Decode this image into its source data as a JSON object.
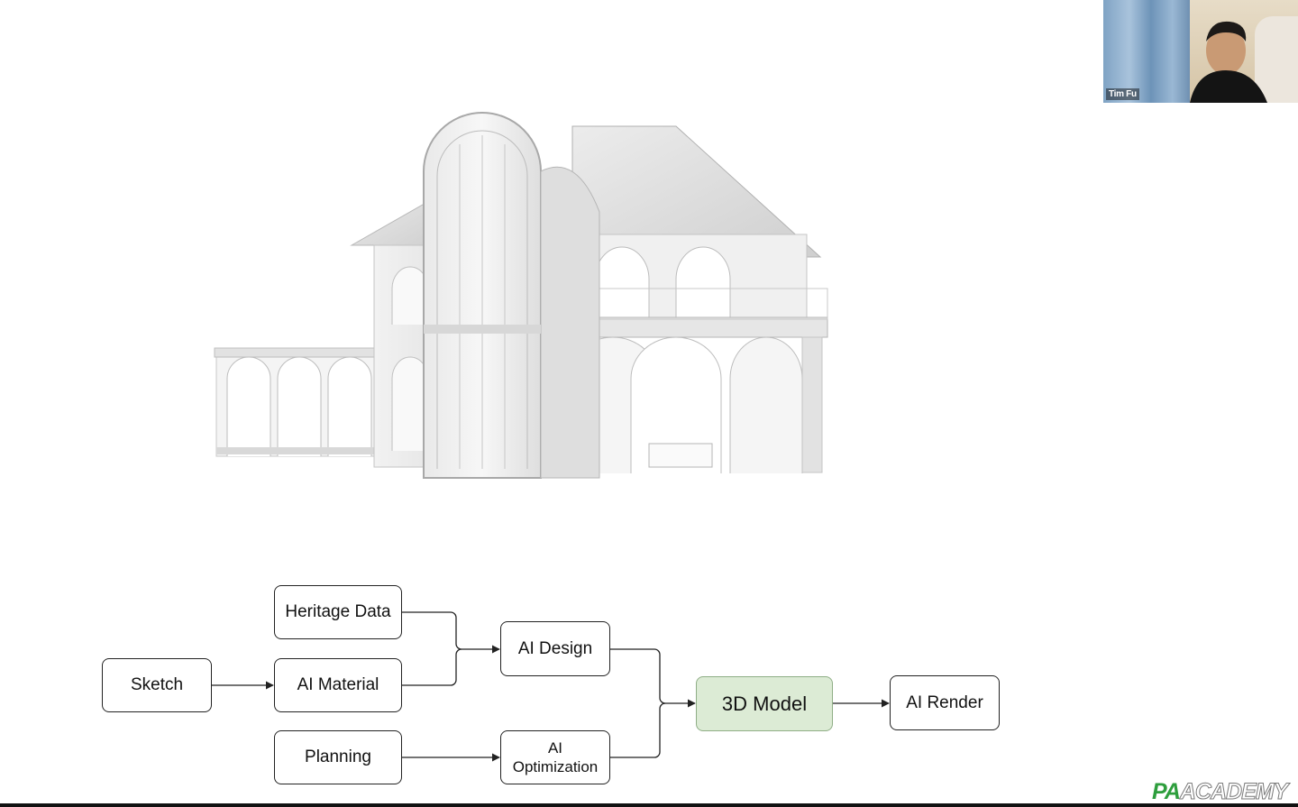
{
  "webcam": {
    "participant_name": "Tim Fu"
  },
  "flow": {
    "nodes": {
      "sketch": "Sketch",
      "heritage_data": "Heritage Data",
      "ai_material": "AI Material",
      "planning": "Planning",
      "ai_design": "AI Design",
      "ai_optimization_line1": "AI",
      "ai_optimization_line2": "Optimization",
      "model_3d": "3D Model",
      "ai_render": "AI Render"
    }
  },
  "logo": {
    "part1": "PA",
    "part2": "ACADEMY"
  },
  "colors": {
    "highlight_fill": "#dcebd5",
    "logo_green": "#2e9e3d"
  }
}
